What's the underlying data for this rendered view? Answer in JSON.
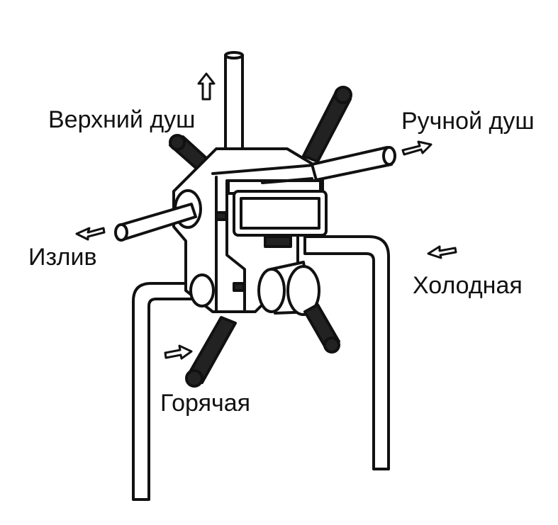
{
  "labels": {
    "top_shower": "Верхний душ",
    "hand_shower": "Ручной душ",
    "spout": "Излив",
    "cold": "Холодная",
    "hot": "Горячая"
  },
  "colors": {
    "line": "#111111",
    "fill": "#ffffff",
    "mount_bar": "#222222"
  }
}
